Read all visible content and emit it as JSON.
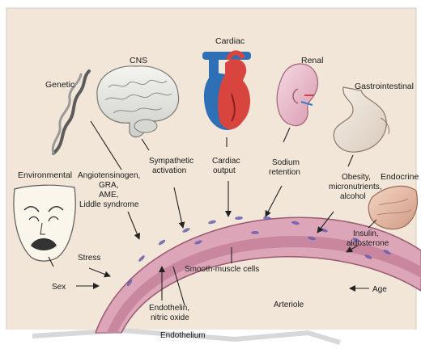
{
  "diagram": {
    "categories": {
      "genetic": "Genetic",
      "cns": "CNS",
      "cardiac": "Cardiac",
      "renal": "Renal",
      "gastrointestinal": "Gastrointestinal",
      "environmental": "Environmental",
      "endocrine": "Endocrine"
    },
    "factors": {
      "angiotensinogen": "Angiotensinogen,",
      "gra": "GRA,",
      "ame": "AME,",
      "liddle": "Liddle syndrome",
      "sympathetic_1": "Sympathetic",
      "sympathetic_2": "activation",
      "cardiac_output_1": "Cardiac",
      "cardiac_output_2": "output",
      "sodium_1": "Sodium",
      "sodium_2": "retention",
      "obesity_1": "Obesity,",
      "obesity_2": "micronutrients,",
      "obesity_3": "alcohol",
      "insulin_1": "Insulin,",
      "insulin_2": "aldosterone",
      "stress": "Stress",
      "sex": "Sex",
      "age": "Age",
      "endothelin_1": "Endothelin,",
      "endothelin_2": "nitric oxide"
    },
    "structures": {
      "smooth_muscle": "Smooth-muscle cells",
      "arteriole": "Arteriole",
      "endothelium": "Endothelium"
    },
    "colors": {
      "background": "#f1e6d8",
      "vessel_outer": "#d9a0b2",
      "vessel_inner": "#c983a0",
      "arrow": "#222222"
    }
  }
}
